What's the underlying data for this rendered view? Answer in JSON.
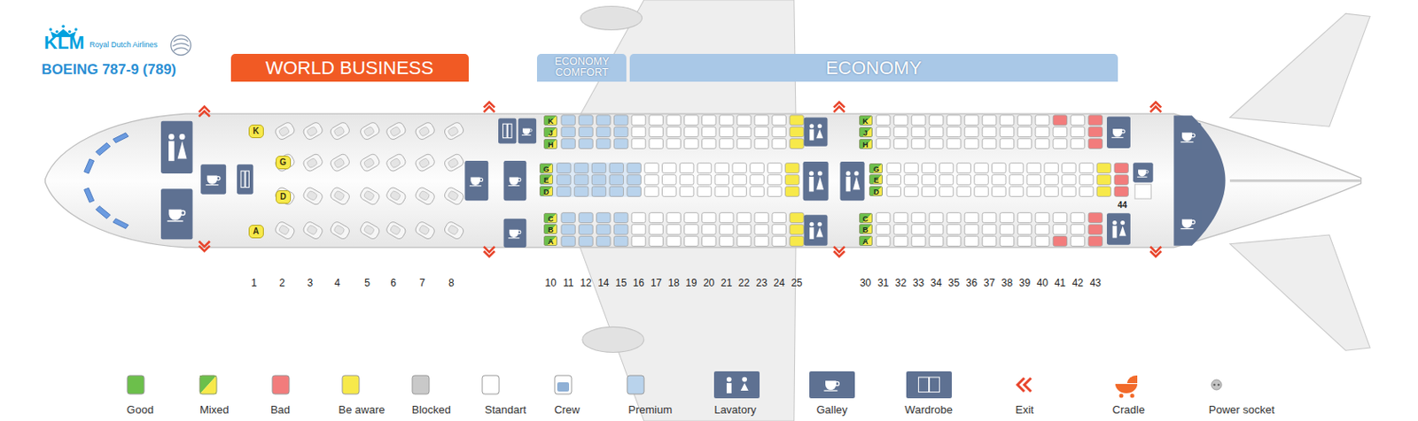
{
  "diagram": {
    "title": "BOEING 787-9 (789)",
    "nodes": [
      {
        "text": [
          "WORLD BUSINESS"
        ]
      },
      {
        "text": [
          "ECONOMY COMFORT"
        ]
      },
      {
        "text": [
          "ECONOMY"
        ]
      },
      {
        "text": [
          "K"
        ]
      },
      {
        "text": [
          "G"
        ]
      },
      {
        "text": [
          "D"
        ]
      },
      {
        "text": [
          "A"
        ]
      },
      {
        "text": [
          "K"
        ]
      },
      {
        "text": [
          "J"
        ]
      },
      {
        "text": [
          "H"
        ]
      },
      {
        "text": [
          "G"
        ]
      },
      {
        "text": [
          "E"
        ]
      },
      {
        "text": [
          "D"
        ]
      },
      {
        "text": [
          "C"
        ]
      },
      {
        "text": [
          "B"
        ]
      },
      {
        "text": [
          "A"
        ]
      },
      {
        "text": [
          "K"
        ]
      },
      {
        "text": [
          "J"
        ]
      },
      {
        "text": [
          "H"
        ]
      },
      {
        "text": [
          "G"
        ]
      },
      {
        "text": [
          "E"
        ]
      },
      {
        "text": [
          "D"
        ]
      },
      {
        "text": [
          "C"
        ]
      },
      {
        "text": [
          "B"
        ]
      },
      {
        "text": [
          "A"
        ]
      }
    ],
    "labels": [
      "KLM",
      "Royal Dutch Airlines",
      "1",
      "2",
      "3",
      "4",
      "5",
      "6",
      "7",
      "8",
      "10",
      "11",
      "12",
      "14",
      "15",
      "16",
      "17",
      "18",
      "19",
      "20",
      "21",
      "22",
      "23",
      "24",
      "25",
      "30",
      "31",
      "32",
      "33",
      "34",
      "35",
      "36",
      "37",
      "38",
      "39",
      "40",
      "41",
      "42",
      "43",
      "44"
    ],
    "legend": [
      {
        "text": "Good",
        "color": "#6cbf4b"
      },
      {
        "text": "Mixed"
      },
      {
        "text": "Bad",
        "color": "#f27c7c"
      },
      {
        "text": "Be aware",
        "color": "#f7e94a"
      },
      {
        "text": "Blocked",
        "color": "#c9c9c9"
      },
      {
        "text": "Standart",
        "color": "#ffffff"
      },
      {
        "text": "Crew"
      },
      {
        "text": "Premium",
        "color": "#b9d3ec"
      },
      {
        "text": "Lavatory"
      },
      {
        "text": "Galley"
      },
      {
        "text": "Wardrobe"
      },
      {
        "text": "Exit"
      },
      {
        "text": "Cradle"
      },
      {
        "text": "Power socket"
      }
    ]
  }
}
